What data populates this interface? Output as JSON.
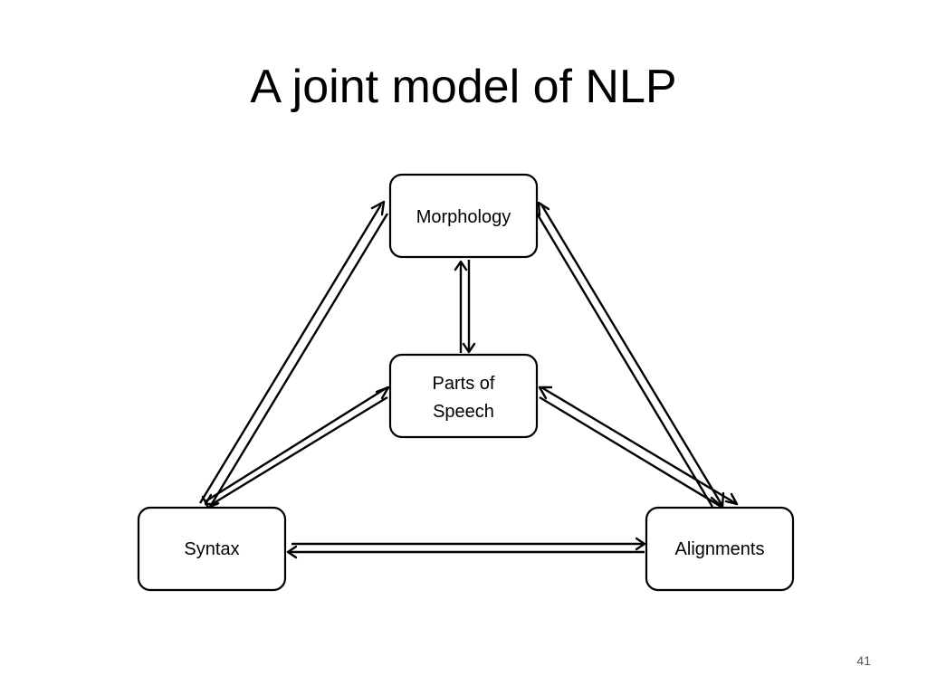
{
  "slide": {
    "title": "A joint model of NLP",
    "page_number": "41"
  },
  "diagram": {
    "nodes": {
      "morphology": {
        "label": "Morphology"
      },
      "parts_of_speech": {
        "label_line1": "Parts of",
        "label_line2": "Speech"
      },
      "syntax": {
        "label": "Syntax"
      },
      "alignments": {
        "label": "Alignments"
      }
    },
    "edges": [
      {
        "from": "morphology",
        "to": "parts_of_speech",
        "bidirectional": true
      },
      {
        "from": "morphology",
        "to": "syntax",
        "bidirectional": true
      },
      {
        "from": "morphology",
        "to": "alignments",
        "bidirectional": true
      },
      {
        "from": "parts_of_speech",
        "to": "syntax",
        "bidirectional": true
      },
      {
        "from": "parts_of_speech",
        "to": "alignments",
        "bidirectional": true
      },
      {
        "from": "syntax",
        "to": "alignments",
        "bidirectional": true
      }
    ]
  }
}
